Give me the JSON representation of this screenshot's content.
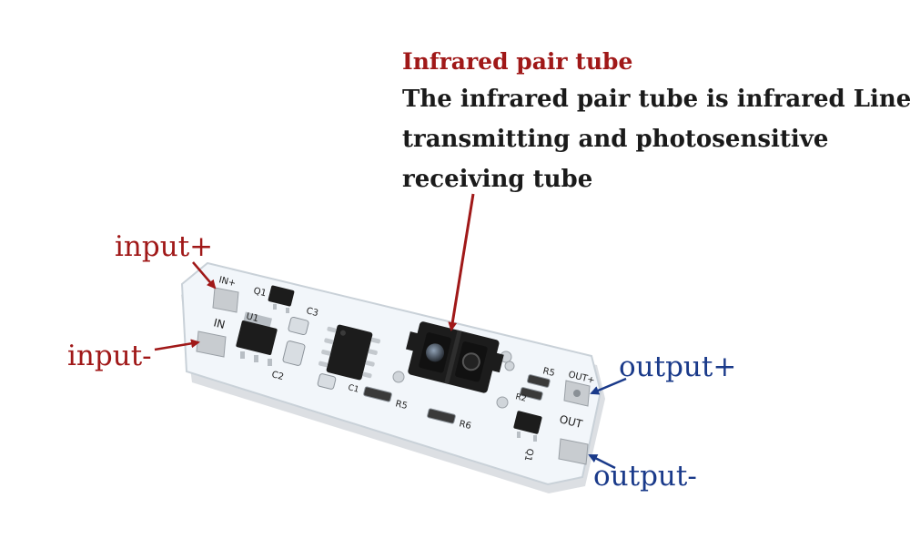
{
  "annotation": {
    "heading": "Infrared pair tube",
    "description_lines": [
      "The infrared pair tube is infrared Line",
      "transmitting and photosensitive",
      "receiving tube"
    ]
  },
  "pin_labels": {
    "input_plus": "input+",
    "input_minus": "input-",
    "output_plus": "output+",
    "output_minus": "output-"
  },
  "silkscreen": {
    "in_plus": "IN+",
    "in": "IN",
    "q1_left": "Q1",
    "u1": "U1",
    "c3": "C3",
    "c2": "C2",
    "c1": "C1",
    "r5_bottom": "R5",
    "r6": "R6",
    "r5_right": "R5",
    "r2": "R2",
    "out_plus": "OUT+",
    "out": "OUT",
    "q1_right": "Q1"
  },
  "colors": {
    "label_red": "#a01818",
    "label_blue": "#1a3a8a",
    "pcb": "#f2f6fa",
    "pad": "#c8ccd0",
    "component": "#1c1c1c"
  }
}
